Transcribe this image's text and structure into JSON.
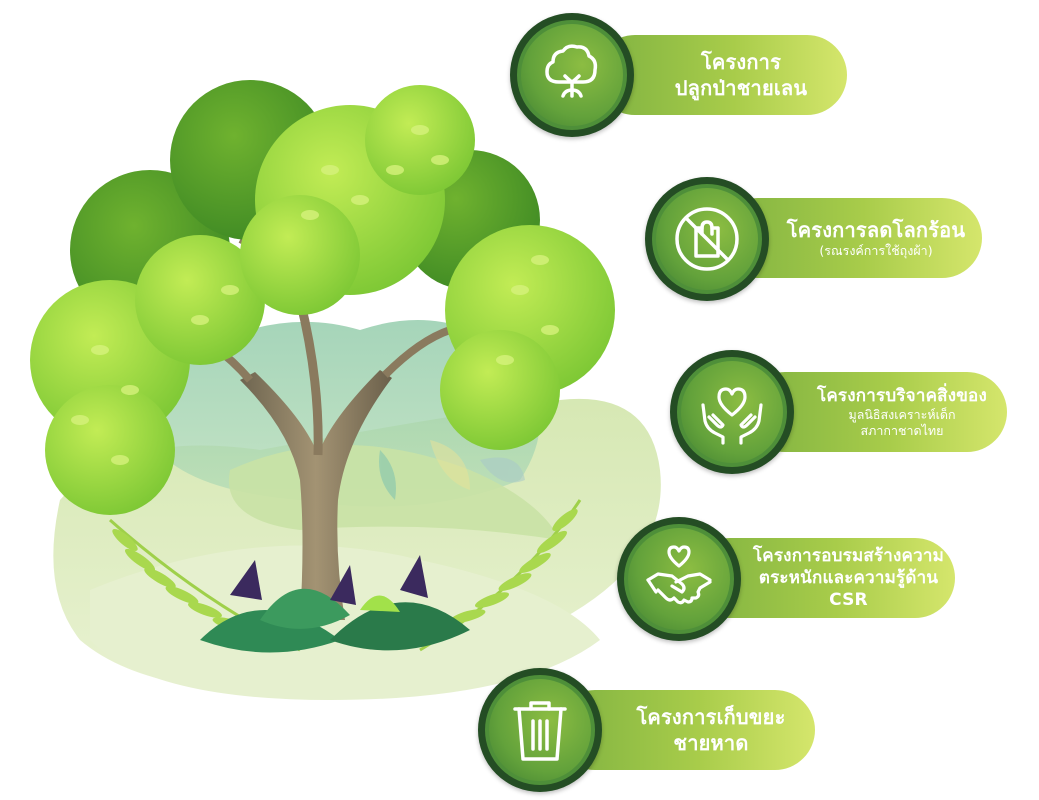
{
  "items": [
    {
      "icon": "tree-icon",
      "title": "โครงการ",
      "subtitle": "ปลูกป่าชายเลน"
    },
    {
      "icon": "no-plastic-bag-icon",
      "title": "โครงการลดโลกร้อน",
      "subtitle": "(รณรงค์การใช้ถุงผ้า)"
    },
    {
      "icon": "hands-heart-icon",
      "title": "โครงการบริจาคสิ่งของ",
      "subtitle": "มูลนิธิสงเคราะห์เด็ก",
      "subtitle2": "สภากาชาดไทย"
    },
    {
      "icon": "handshake-heart-icon",
      "title": "โครงการอบรมสร้างความ",
      "subtitle": "ตระหนักและความรู้ด้าน CSR"
    },
    {
      "icon": "trash-bin-icon",
      "title": "โครงการเก็บขยะ",
      "subtitle": "ชายหาด"
    }
  ],
  "colors": {
    "badge_dark": "#244d24",
    "badge_mid": "#63a23b",
    "pill_start": "#7fb241",
    "pill_end": "#d5e66c",
    "leaf_light": "#a6e03a",
    "leaf_dark": "#5fa82c",
    "trunk": "#8a7a5e"
  }
}
